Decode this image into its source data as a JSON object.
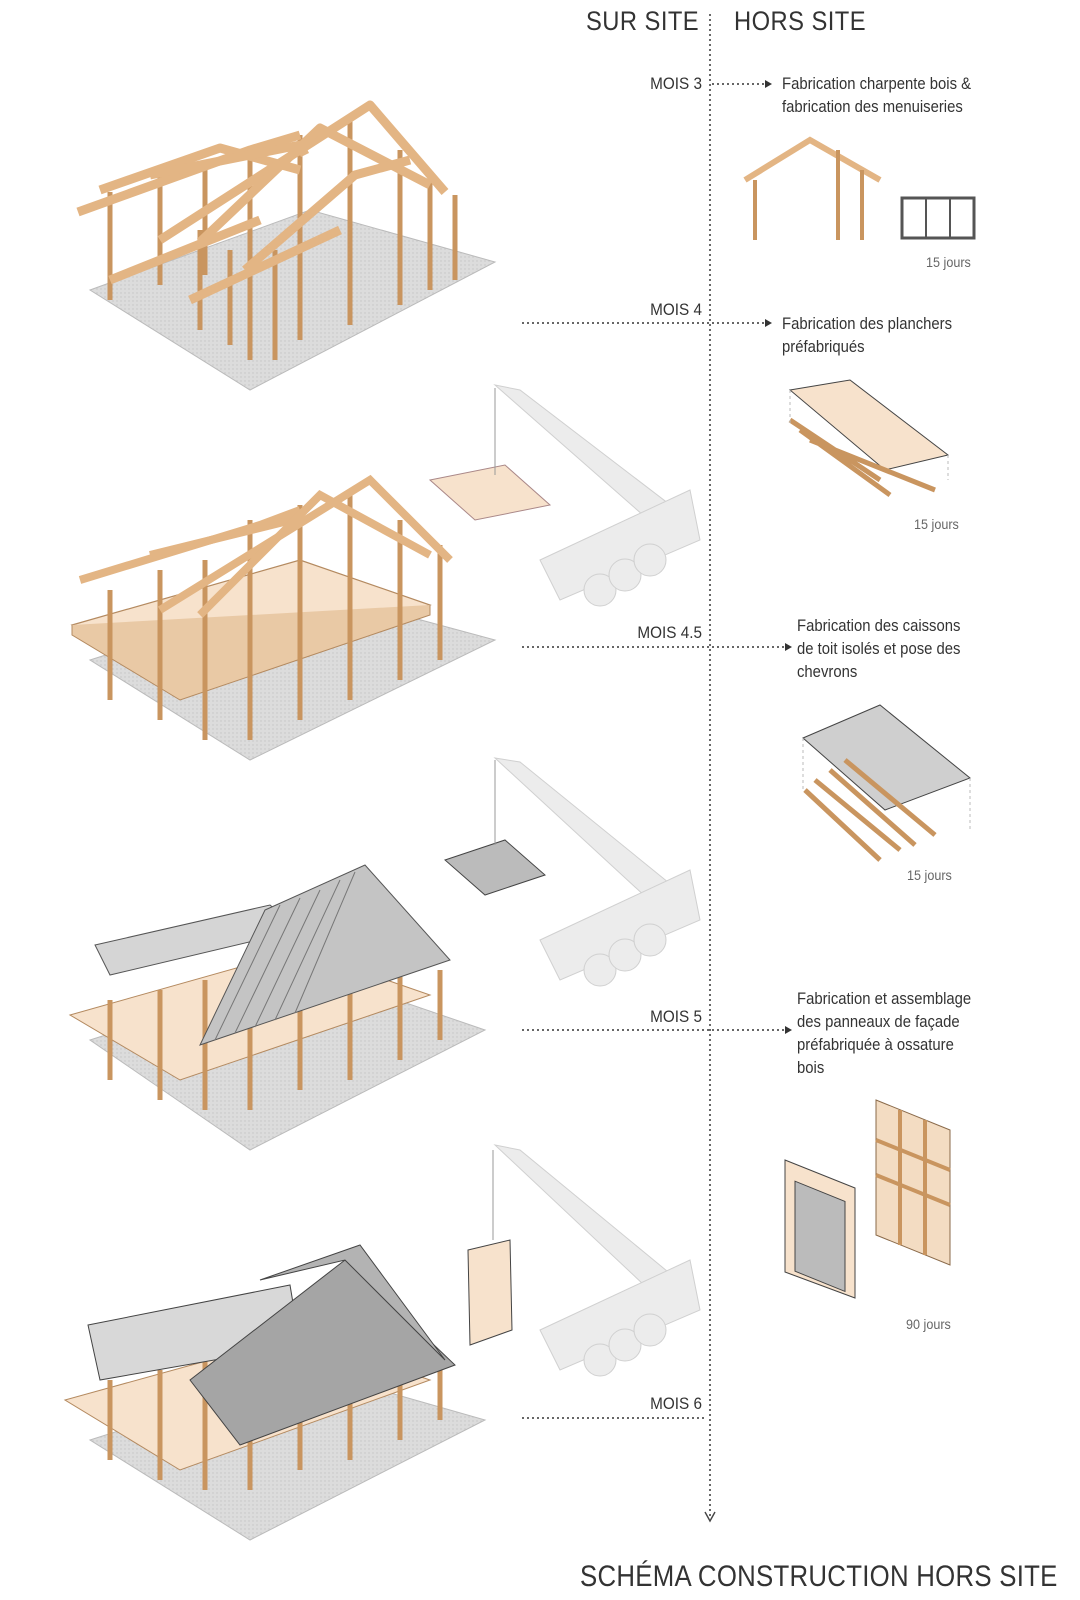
{
  "header": {
    "on_site": "SUR SITE",
    "off_site": "HORS SITE"
  },
  "milestones": [
    {
      "month": "MOIS 3",
      "description": [
        "Fabrication charpente bois &",
        "fabrication des menuiseries"
      ],
      "duration": "15 jours"
    },
    {
      "month": "MOIS 4",
      "description": [
        "Fabrication des planchers",
        "préfabriqués"
      ],
      "duration": "15 jours"
    },
    {
      "month": "MOIS 4.5",
      "description": [
        "Fabrication des caissons",
        "de toit isolés et pose des",
        "chevrons"
      ],
      "duration": "15 jours"
    },
    {
      "month": "MOIS 5",
      "description": [
        "Fabrication et assemblage",
        "des panneaux de façade",
        "préfabriquée à ossature",
        "bois"
      ],
      "duration": "90 jours"
    },
    {
      "month": "MOIS 6"
    }
  ],
  "title": "SCHÉMA CONSTRUCTION HORS SITE",
  "colors": {
    "wood": "#e8c39a",
    "wood_dark": "#c9955f",
    "panel": "#f7e2cc",
    "ground": "#d9d9d9",
    "crane": "#e6e6e6",
    "roof": "#9e9e9e"
  }
}
